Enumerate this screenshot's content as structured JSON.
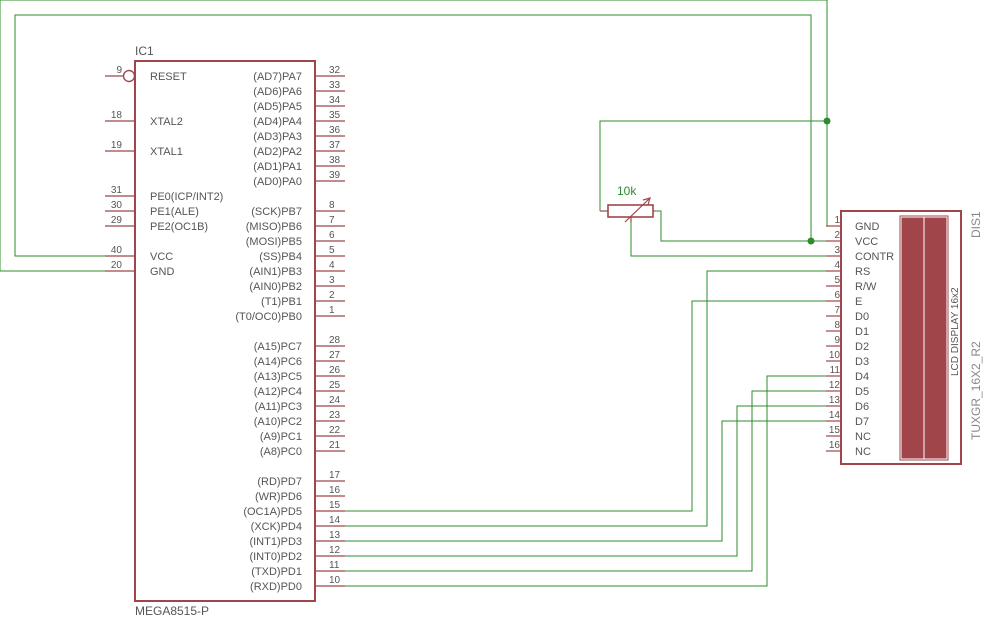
{
  "colors": {
    "symbol": "#a0464b",
    "wire": "#2e8b2e",
    "text": "#555555",
    "background": "#ffffff"
  },
  "ic1": {
    "name": "IC1",
    "value": "MEGA8515-P",
    "left_pins": [
      {
        "num": "9",
        "label": "RESET",
        "inverted": true
      },
      {
        "num": "18",
        "label": "XTAL2"
      },
      {
        "num": "19",
        "label": "XTAL1"
      },
      {
        "num": "31",
        "label": "PE0(ICP/INT2)"
      },
      {
        "num": "30",
        "label": "PE1(ALE)"
      },
      {
        "num": "29",
        "label": "PE2(OC1B)"
      },
      {
        "num": "40",
        "label": "VCC"
      },
      {
        "num": "20",
        "label": "GND"
      }
    ],
    "right_pins": [
      {
        "num": "32",
        "label": "(AD7)PA7"
      },
      {
        "num": "33",
        "label": "(AD6)PA6"
      },
      {
        "num": "34",
        "label": "(AD5)PA5"
      },
      {
        "num": "35",
        "label": "(AD4)PA4"
      },
      {
        "num": "36",
        "label": "(AD3)PA3"
      },
      {
        "num": "37",
        "label": "(AD2)PA2"
      },
      {
        "num": "38",
        "label": "(AD1)PA1"
      },
      {
        "num": "39",
        "label": "(AD0)PA0"
      },
      {
        "num": "8",
        "label": "(SCK)PB7"
      },
      {
        "num": "7",
        "label": "(MISO)PB6"
      },
      {
        "num": "6",
        "label": "(MOSI)PB5"
      },
      {
        "num": "5",
        "label": "(SS)PB4"
      },
      {
        "num": "4",
        "label": "(AIN1)PB3"
      },
      {
        "num": "3",
        "label": "(AIN0)PB2"
      },
      {
        "num": "2",
        "label": "(T1)PB1"
      },
      {
        "num": "1",
        "label": "(T0/OC0)PB0"
      },
      {
        "num": "28",
        "label": "(A15)PC7"
      },
      {
        "num": "27",
        "label": "(A14)PC6"
      },
      {
        "num": "26",
        "label": "(A13)PC5"
      },
      {
        "num": "25",
        "label": "(A12)PC4"
      },
      {
        "num": "24",
        "label": "(A11)PC3"
      },
      {
        "num": "23",
        "label": "(A10)PC2"
      },
      {
        "num": "22",
        "label": "(A9)PC1"
      },
      {
        "num": "21",
        "label": "(A8)PC0"
      },
      {
        "num": "17",
        "label": "(RD)PD7"
      },
      {
        "num": "16",
        "label": "(WR)PD6"
      },
      {
        "num": "15",
        "label": "(OC1A)PD5"
      },
      {
        "num": "14",
        "label": "(XCK)PD4"
      },
      {
        "num": "13",
        "label": "(INT1)PD3"
      },
      {
        "num": "12",
        "label": "(INT0)PD2"
      },
      {
        "num": "11",
        "label": "(TXD)PD1"
      },
      {
        "num": "10",
        "label": "(RXD)PD0"
      }
    ]
  },
  "dis1": {
    "name": "DIS1",
    "value": "TUXGR_16X2_R2",
    "inner_label": "LCD DISPLAY 16x2",
    "pins": [
      {
        "num": "1",
        "label": "GND"
      },
      {
        "num": "2",
        "label": "VCC"
      },
      {
        "num": "3",
        "label": "CONTR"
      },
      {
        "num": "4",
        "label": "RS"
      },
      {
        "num": "5",
        "label": "R/W"
      },
      {
        "num": "6",
        "label": "E"
      },
      {
        "num": "7",
        "label": "D0"
      },
      {
        "num": "8",
        "label": "D1"
      },
      {
        "num": "9",
        "label": "D2"
      },
      {
        "num": "10",
        "label": "D3"
      },
      {
        "num": "11",
        "label": "D4"
      },
      {
        "num": "12",
        "label": "D5"
      },
      {
        "num": "13",
        "label": "D6"
      },
      {
        "num": "14",
        "label": "D7"
      },
      {
        "num": "15",
        "label": "NC"
      },
      {
        "num": "16",
        "label": "NC"
      }
    ]
  },
  "pot": {
    "value": "10k"
  }
}
